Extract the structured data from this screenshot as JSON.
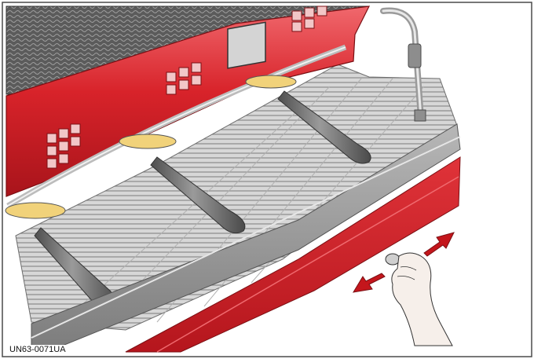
{
  "figure": {
    "code": "UN63-0071UA",
    "colors": {
      "machine_red": "#d8232a",
      "machine_red_dark": "#a8141b",
      "grate_grey": "#c4c4c4",
      "handle_dark": "#6a6a6a",
      "arrow_red": "#c4161c",
      "border": "#4a4a4a",
      "skin": "#f6efea"
    },
    "icons": [
      "espresso-machine",
      "portafilter-handle",
      "drip-tray",
      "double-arrow",
      "hand"
    ]
  }
}
